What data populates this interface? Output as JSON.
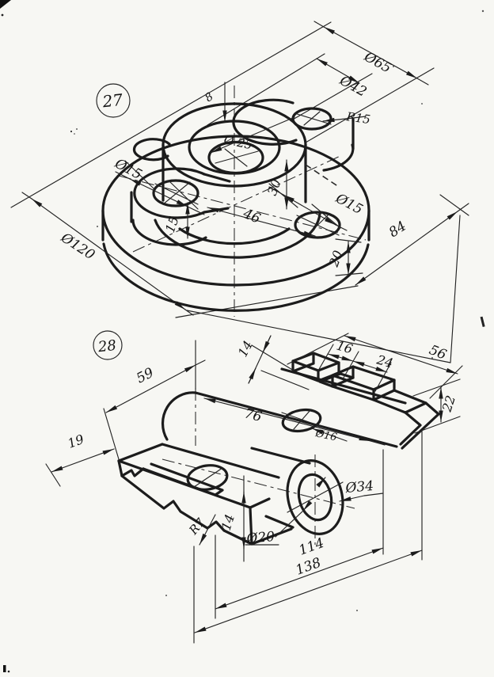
{
  "paper_color": "#f7f7f3",
  "ink_color": "#1c1c1c",
  "drawings": [
    {
      "number": "27",
      "dims": {
        "d65": {
          "label": "Ø65"
        },
        "d42": {
          "label": "Ø42"
        },
        "r15": {
          "label": "R15"
        },
        "n8": {
          "label": "8"
        },
        "d25": {
          "label": "Ø 25"
        },
        "d15l": {
          "label": "Ø15"
        },
        "n30": {
          "label": "30"
        },
        "n46": {
          "label": "46"
        },
        "n15": {
          "label": "15"
        },
        "d15r": {
          "label": "Ø15"
        },
        "n20": {
          "label": "20"
        },
        "d120": {
          "label": "Ø120"
        },
        "n84": {
          "label": "84"
        }
      }
    },
    {
      "number": "28",
      "dims": {
        "n59": {
          "label": "59"
        },
        "n19": {
          "label": "19"
        },
        "n14a": {
          "label": "14"
        },
        "n16": {
          "label": "16"
        },
        "n24": {
          "label": "24"
        },
        "n56": {
          "label": "56"
        },
        "n22": {
          "label": "22"
        },
        "n76": {
          "label": "76"
        },
        "d16": {
          "label": "Ø16"
        },
        "d34": {
          "label": "Ø34"
        },
        "d20": {
          "label": "Ø20"
        },
        "r7": {
          "label": "R7"
        },
        "n14b": {
          "label": "14"
        },
        "n114": {
          "label": "114"
        },
        "n138": {
          "label": "138"
        }
      }
    }
  ]
}
